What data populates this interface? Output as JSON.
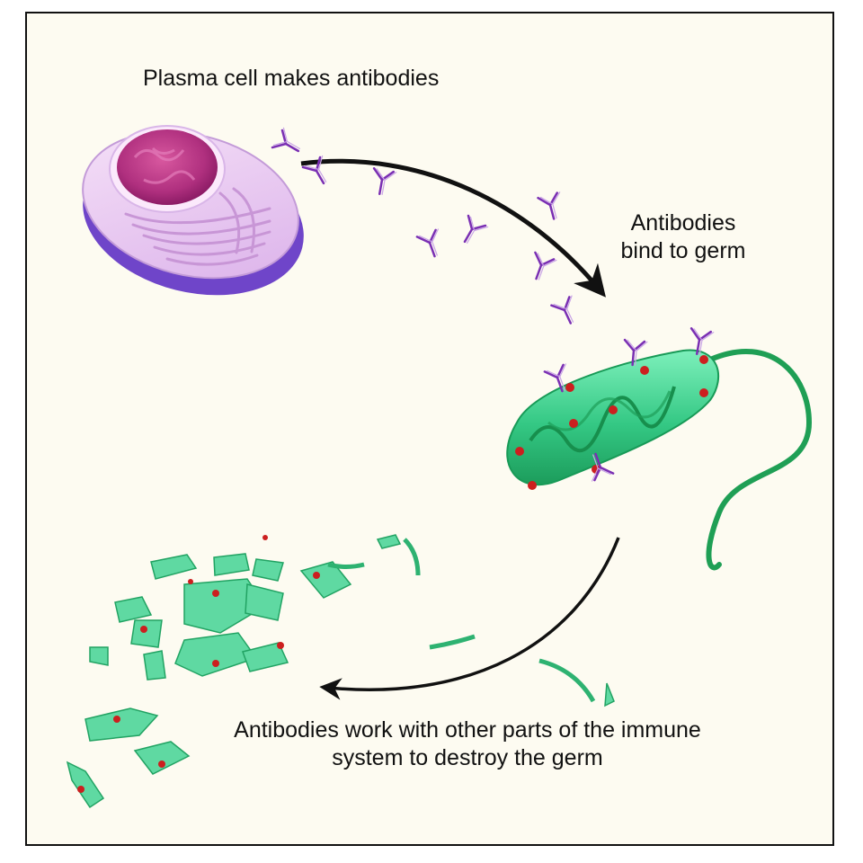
{
  "labels": {
    "plasma_cell": "Plasma cell makes antibodies",
    "bind": "Antibodies bind to germ",
    "destroy": "Antibodies work with other parts of the immune system to destroy the germ"
  },
  "colors": {
    "background": "#fdfbf1",
    "cell_membrane": "#e6c2ee",
    "cell_base": "#8a58d8",
    "nucleus": "#c43d92",
    "antibody": "#7a2fb3",
    "bacterium": "#3ed08e",
    "bacterium_dark": "#17884d",
    "binding_site": "#cc1f1f",
    "arrow": "#111111"
  },
  "icons": [
    "plasma-cell-icon",
    "antibody-icon",
    "bacterium-icon",
    "germ-fragment-icon",
    "curved-arrow-icon"
  ]
}
